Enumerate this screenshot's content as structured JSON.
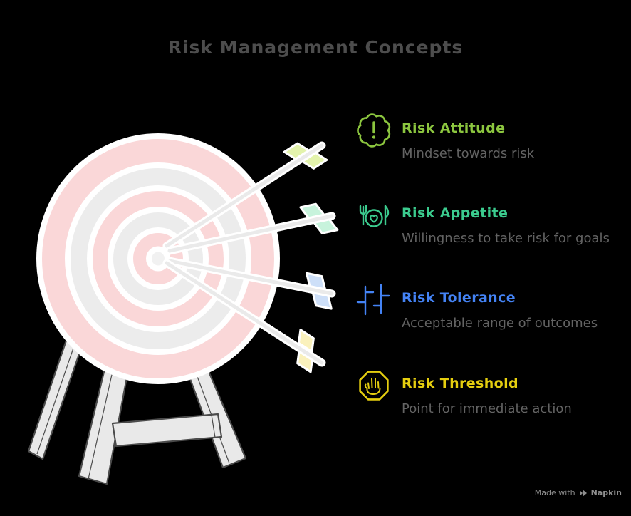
{
  "title": "Risk Management Concepts",
  "items": [
    {
      "title": "Risk Attitude",
      "description": "Mindset towards risk",
      "color": "#8CC63F",
      "icon": "badge-exclamation-icon"
    },
    {
      "title": "Risk Appetite",
      "description": "Willingness to take risk for goals",
      "color": "#3BCB8E",
      "icon": "meal-plate-heart-icon"
    },
    {
      "title": "Risk Tolerance",
      "description": "Acceptable range of outcomes",
      "color": "#4483F5",
      "icon": "sliders-icon"
    },
    {
      "title": "Risk Threshold",
      "description": "Point for immediate action",
      "color": "#E5CE0F",
      "icon": "stop-hand-icon"
    }
  ],
  "illustration": {
    "name": "archery-target-with-four-arrows-on-stand",
    "target_ring_pink": "#FAD7D8",
    "target_ring_gray": "#ECECEC",
    "target_center": "#F1F1F1",
    "arrow_shaft": "#EAEAEA",
    "stand_fill": "#E9E9E9",
    "stand_outline": "#4B4B4B",
    "fletch_colors": [
      "#E3F3AC",
      "#C7F3DC",
      "#CDDFF8",
      "#FAF1BC"
    ]
  },
  "text_colors": {
    "heading": "#4D4D4D",
    "description": "#636363",
    "watermark": "#8E8E8E"
  },
  "background": "#000000",
  "watermark": {
    "prefix": "Made with",
    "brand": "Napkin"
  }
}
